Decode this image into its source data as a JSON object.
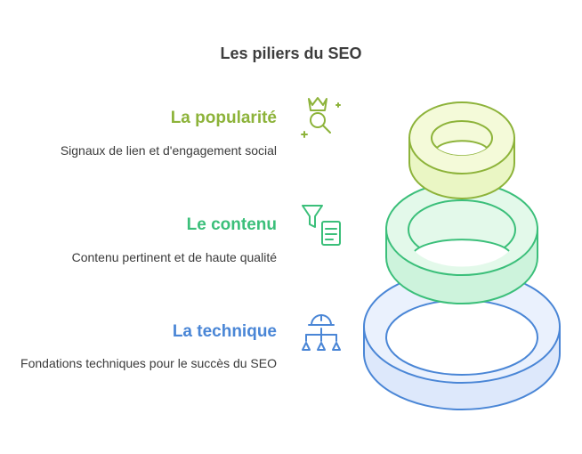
{
  "title": "Les piliers du SEO",
  "colors": {
    "popularity": "#8db33a",
    "content": "#3bbf7a",
    "technical": "#4a86d6",
    "text": "#3a3a3a"
  },
  "pillars": [
    {
      "title": "La popularité",
      "description": "Signaux de lien et d'engagement social",
      "icon": "crown-search-icon"
    },
    {
      "title": "Le contenu",
      "description": "Contenu pertinent et de haute qualité",
      "icon": "filter-document-icon"
    },
    {
      "title": "La technique",
      "description": "Fondations techniques pour le succès du SEO",
      "icon": "hardhat-network-icon"
    }
  ]
}
